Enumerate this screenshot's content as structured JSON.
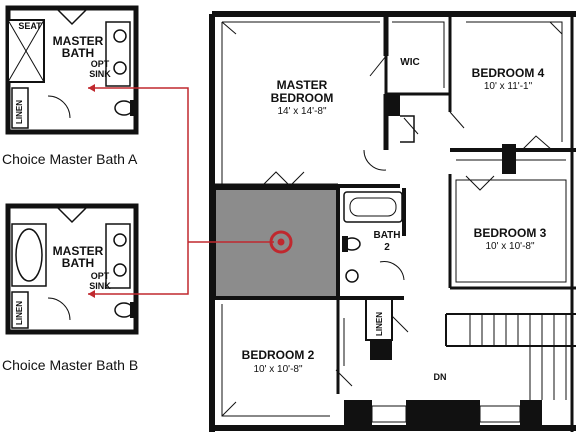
{
  "inset_a": {
    "caption": "Choice Master Bath A",
    "room_name_line1": "MASTER",
    "room_name_line2": "BATH",
    "seat": "SEAT",
    "opt_line1": "OPT",
    "opt_line2": "SINK",
    "linen": "LINEN"
  },
  "inset_b": {
    "caption": "Choice Master Bath B",
    "room_name_line1": "MASTER",
    "room_name_line2": "BATH",
    "opt_line1": "OPT",
    "opt_line2": "SINK",
    "linen": "LINEN"
  },
  "plan": {
    "master_bedroom": {
      "name_line1": "MASTER",
      "name_line2": "BEDROOM",
      "size": "14' x 14'-8\""
    },
    "wic": {
      "name": "WIC"
    },
    "bedroom4": {
      "name": "BEDROOM 4",
      "size": "10' x 11'-1\""
    },
    "bedroom3": {
      "name": "BEDROOM 3",
      "size": "10' x 10'-8\""
    },
    "bath2": {
      "name_line1": "BATH",
      "name_line2": "2"
    },
    "linen": {
      "name": "LINEN"
    },
    "bedroom2": {
      "name": "BEDROOM 2",
      "size": "10' x 10'-8\""
    },
    "stairs": {
      "label": "DN"
    }
  },
  "colors": {
    "wall": "#111111",
    "highlight_fill": "#8c8c8c",
    "pointer": "#c0282e"
  }
}
